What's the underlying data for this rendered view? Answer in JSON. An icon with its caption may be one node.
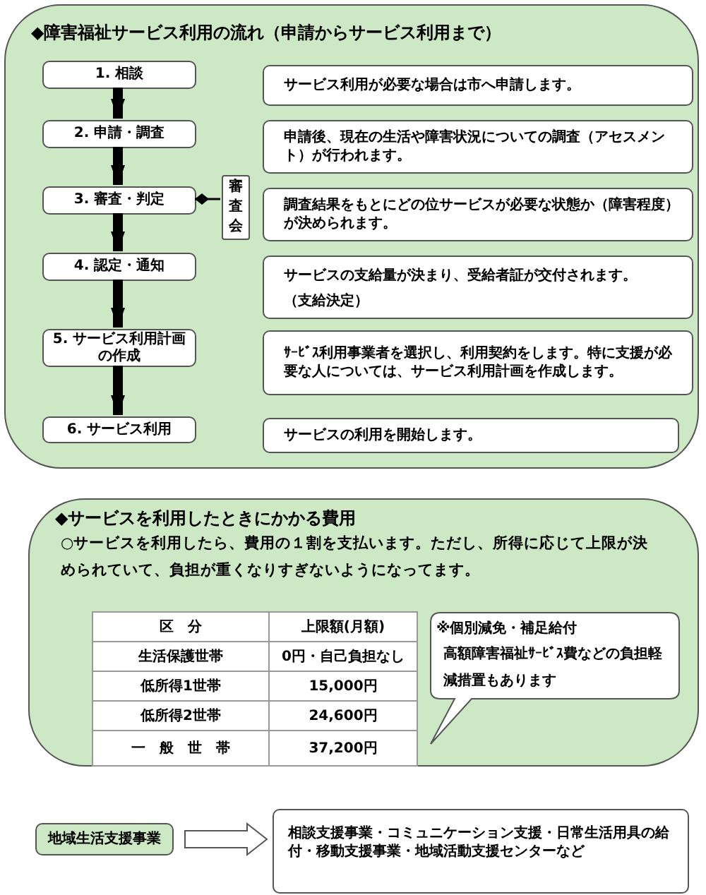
{
  "diagram": {
    "nodes": [
      {
        "text": [
          "◆障害福祉サービス利用の流れ（申請からサービス利用まで）"
        ]
      },
      {
        "text": [
          "1. 相談"
        ],
        "in": 0
      },
      {
        "text": [
          "2. 申請・調査"
        ],
        "in": 0
      },
      {
        "text": [
          "3. 審査・判定"
        ],
        "in": 0
      },
      {
        "text": [
          "4. 認定・通知"
        ],
        "in": 0
      },
      {
        "text": [
          "5. サービス利用計画の作成"
        ],
        "in": 0
      },
      {
        "text": [
          "6. サービス利用"
        ],
        "in": 0
      },
      {
        "text": [
          "審査会"
        ],
        "in": 0
      },
      {
        "text": [
          "サービス利用が必要な場合は市へ申請します。"
        ],
        "in": 0
      },
      {
        "text": [
          "申請後、現在の生活や障害状況についての調査（アセスメント）が行われます。"
        ],
        "in": 0
      },
      {
        "text": [
          "調査結果をもとにどの位サービスが必要な状態か（障害程度）が決められます。"
        ],
        "in": 0
      },
      {
        "text": [
          "サービスの支給量が決まり、受給者証が交付されます。",
          "（支給決定）"
        ],
        "in": 0
      },
      {
        "text": [
          "ｻｰﾋﾞｽ利用事業者を選択し、利用契約をします。特に支援が必要な人については、サービス利用計画を作成します。"
        ],
        "in": 0
      },
      {
        "text": [
          "サービスの利用を開始します。"
        ],
        "in": 0
      },
      {
        "text": [
          "◆サービスを利用したときにかかる費用",
          "○サービスを利用したら、費用の１割を支払います。ただし、所得に応じて上限が決められていて、負担が重くなりすぎないようになってます。"
        ]
      },
      {
        "text": [
          "※個別減免・補足給付",
          "高額障害福祉ｻｰﾋﾞｽ費などの負担軽減措置もあります"
        ],
        "in": 14
      },
      {
        "text": [
          "地域生活支援事業"
        ]
      },
      {
        "text": [
          "相談支援事業・コミュニケーション支援・日常生活用具の給付・移動支援事業・地域活動支援センターなど"
        ]
      }
    ],
    "edges": [
      {
        "from": 1,
        "to": 2,
        "arrow": "to"
      },
      {
        "from": 2,
        "to": 3,
        "arrow": "to"
      },
      {
        "from": 3,
        "to": 4,
        "arrow": "to"
      },
      {
        "from": 4,
        "to": 5,
        "arrow": "to"
      },
      {
        "from": 5,
        "to": 6,
        "arrow": "to"
      },
      {
        "from": 3,
        "to": 7,
        "arrow": "other"
      },
      {
        "from": 16,
        "to": 17,
        "arrow": "to"
      }
    ],
    "labels": [
      "区　分",
      "上限額(月額)",
      "生活保護世帯",
      "0円・自己負担なし",
      "低所得1世帯",
      "15,000円",
      "低所得2世帯",
      "24,600円",
      "一　般　世　帯",
      "37,200円"
    ]
  }
}
